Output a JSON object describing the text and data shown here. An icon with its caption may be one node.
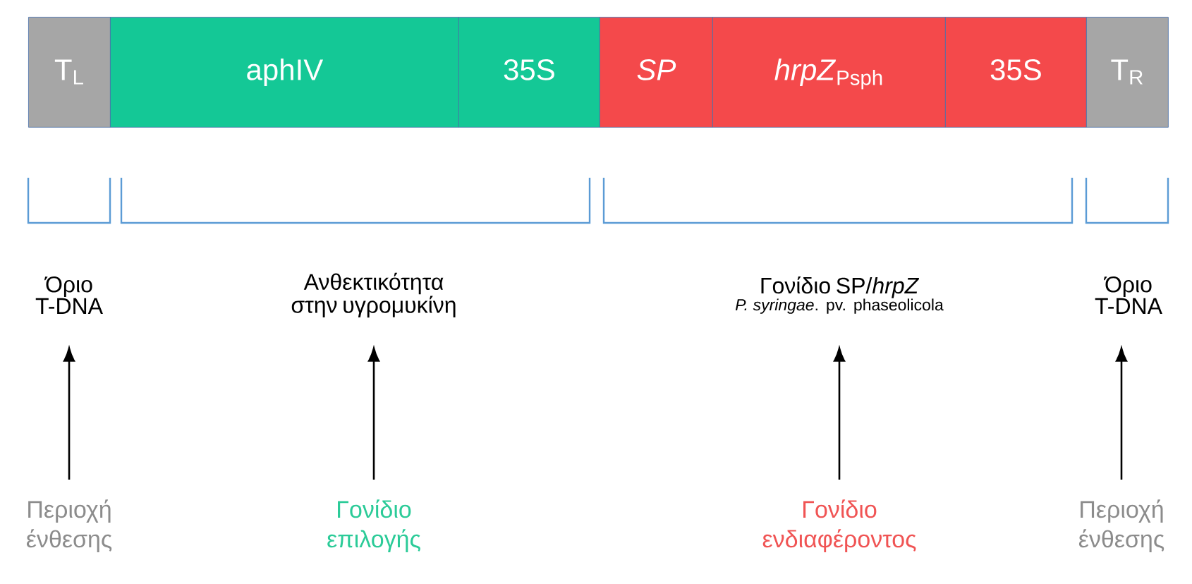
{
  "diagram": {
    "nodes": [
      {
        "text": [
          "T$_{L}$"
        ]
      },
      {
        "text": [
          "aphIV"
        ]
      },
      {
        "text": [
          "35S"
        ]
      },
      {
        "text": [
          "SP"
        ]
      },
      {
        "text": [
          "*hrpZ*$_{Psph}$"
        ]
      },
      {
        "text": [
          "35S"
        ]
      },
      {
        "text": [
          "T$_{R}$"
        ]
      },
      {
        "text": [
          "Όριο T-DNA"
        ]
      },
      {
        "text": [
          "Ανθεκτικότητα στην υγρομυκίνη"
        ]
      },
      {
        "text": [
          "Γονίδιο SP/*hrpZ*",
          "*P. syringae*. pv. phaseolicola"
        ]
      },
      {
        "text": [
          "Όριο T-DNA"
        ]
      },
      {
        "text": [
          "Περιοχή ένθεσης"
        ]
      },
      {
        "text": [
          "Γονίδιο επιλογής"
        ]
      },
      {
        "text": [
          "Γονίδιο ενδιαφέροντος"
        ]
      },
      {
        "text": [
          "Περιοχή ένθεσης"
        ]
      }
    ],
    "edges": [
      {
        "from": 11,
        "to": 7,
        "arrow": "to"
      },
      {
        "from": 12,
        "to": 8,
        "arrow": "to"
      },
      {
        "from": 13,
        "to": 9,
        "arrow": "to"
      },
      {
        "from": 14,
        "to": 10,
        "arrow": "to"
      }
    ]
  }
}
